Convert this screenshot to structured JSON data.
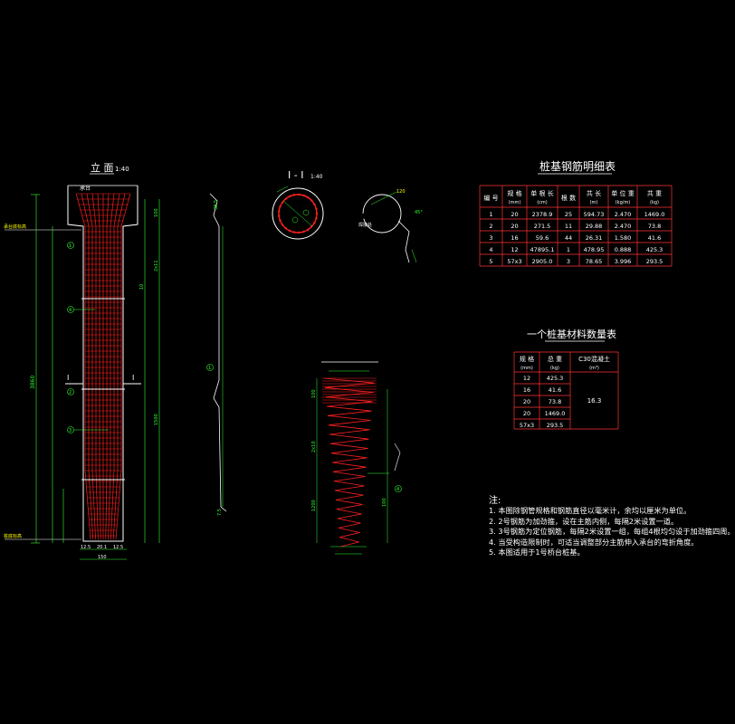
{
  "colors": {
    "background": "#000000",
    "rebar": "#ff2020",
    "dimension": "#33ff33",
    "text": "#ffffff",
    "table": "#ff3333",
    "annotation": "#ffff00"
  },
  "elevation": {
    "title": "立 面",
    "scale": "1:40",
    "cap_label": "承台",
    "top_elev_label": "承台底标高",
    "bottom_elev_label": "桩底标高",
    "section_mark": "I",
    "dim_bottom": [
      "12.5",
      "20.1",
      "12.5"
    ],
    "dim_total": "150",
    "dim_height": "3860"
  },
  "section": {
    "title": "I - I",
    "scale": "1:40",
    "weld_label": "焊接处"
  },
  "steel_table": {
    "title": "桩基钢筋明细表",
    "headers": [
      "编 号",
      "规 格\n(mm)",
      "单 根 长\n(cm)",
      "根 数",
      "共 长\n(m)",
      "单 位 重\n(kg/m)",
      "共 重\n(kg)"
    ],
    "rows": [
      [
        "1",
        "20",
        "2378.9",
        "25",
        "594.73",
        "2.470",
        "1469.0"
      ],
      [
        "2",
        "20",
        "271.5",
        "11",
        "29.88",
        "2.470",
        "73.8"
      ],
      [
        "3",
        "16",
        "59.6",
        "44",
        "26.31",
        "1.580",
        "41.6"
      ],
      [
        "4",
        "12",
        "47895.1",
        "1",
        "478.95",
        "0.888",
        "425.3"
      ],
      [
        "5",
        "57x3",
        "2905.0",
        "3",
        "78.65",
        "3.996",
        "293.5"
      ]
    ]
  },
  "material_table": {
    "title": "一个桩基材料数量表",
    "headers": [
      "规 格\n(mm)",
      "总 重\n(kg)",
      "C30混凝土\n(m³)"
    ],
    "rows": [
      [
        "12",
        "425.3"
      ],
      [
        "16",
        "41.6"
      ],
      [
        "20",
        "73.8"
      ],
      [
        "20",
        "1469.0"
      ],
      [
        "57x3",
        "293.5"
      ]
    ],
    "concrete": "16.3"
  },
  "notes": {
    "title": "注:",
    "items": [
      "1. 本图除钢管规格和钢筋直径以毫米计，余均以厘米为单位。",
      "2. 2号钢筋为加劲箍，设在主筋内侧，每隔2米设置一道。",
      "3. 3号钢筋为定位钢筋，每隔2米设置一组，每组4根均匀设于加劲箍四周。",
      "4. 当受构造限制时，可适当调整部分主筋伸入承台的弯折角度。",
      "5. 本图适用于1号桥台桩基。"
    ]
  }
}
